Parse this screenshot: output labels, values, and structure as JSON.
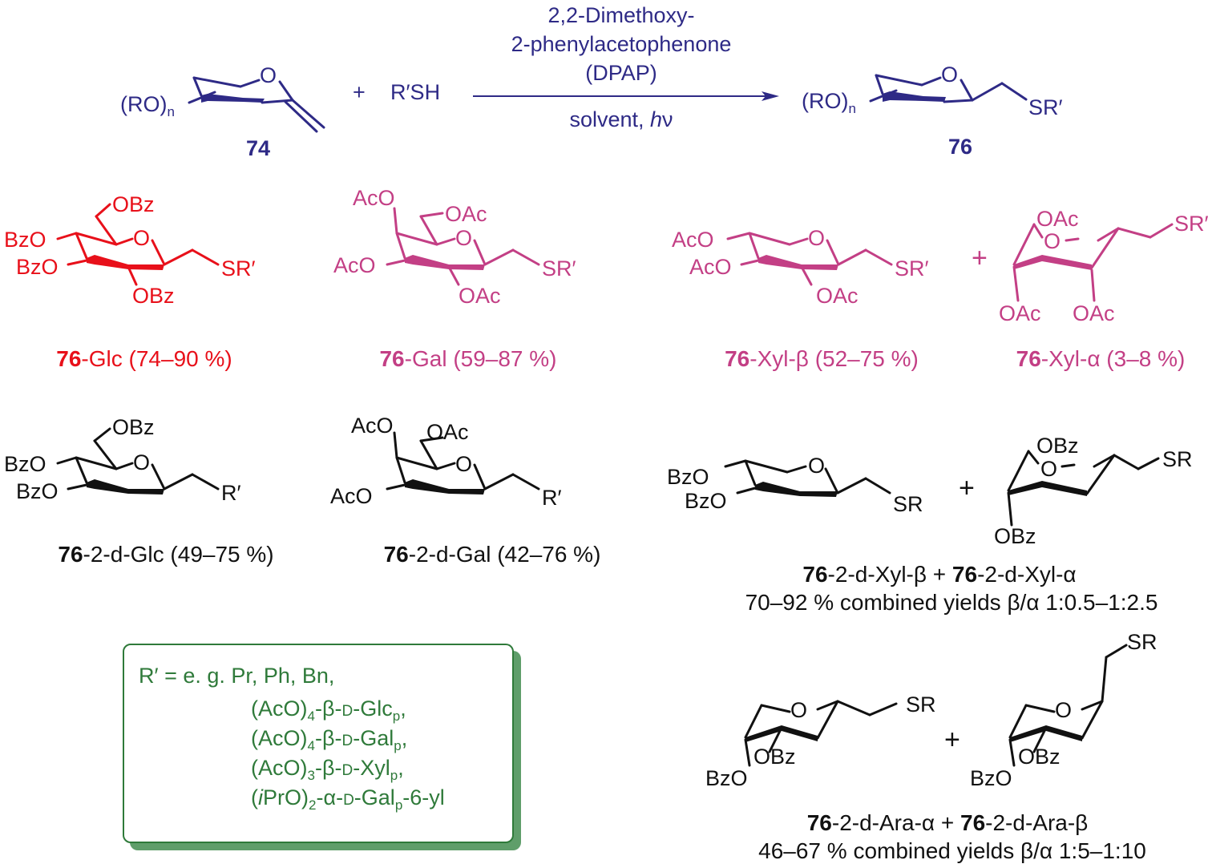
{
  "reaction": {
    "reagent_line1": "2,2-Dimethoxy-",
    "reagent_line2": "2-phenylacetophenone",
    "reagent_line3": "(DPAP)",
    "conditions": "solvent, ",
    "conditions_italic": "h",
    "conditions_nu": "ν",
    "plus": "+",
    "thiol": "R′SH",
    "sm_label": "74",
    "product_label": "76",
    "sm_substituent": "(RO)",
    "sm_substituent_sub": "n",
    "product_substituent": "(RO)",
    "product_substituent_sub": "n",
    "ring_o": "O",
    "product_sr": "SR′"
  },
  "examples": {
    "glc": {
      "num": "76",
      "name": "-Glc (74–90 %)",
      "obz6": "OBz",
      "bzo4": "BzO",
      "bzo3": "BzO",
      "obz2": "OBz",
      "sr": "SR′",
      "o": "O"
    },
    "gal": {
      "num": "76",
      "name": "-Gal (59–87 %)",
      "aco4": "AcO",
      "oac6": "OAc",
      "aco3": "AcO",
      "oac2": "OAc",
      "sr": "SR′",
      "o": "O"
    },
    "xylb": {
      "num": "76",
      "name": "-Xyl-β (52–75 %)",
      "aco4": "AcO",
      "aco3": "AcO",
      "oac2": "OAc",
      "sr": "SR′",
      "o": "O"
    },
    "xyla": {
      "num": "76",
      "name": "-Xyl-α (3–8 %)",
      "oac_top": "OAc",
      "oac_l": "OAc",
      "oac_r": "OAc",
      "sr": "SR′",
      "o": "O",
      "plus": "+"
    },
    "dglc": {
      "num": "76",
      "name": "-2-d-Glc (49–75 %)",
      "obz6": "OBz",
      "bzo4": "BzO",
      "bzo3": "BzO",
      "r": "R′",
      "o": "O"
    },
    "dgal": {
      "num": "76",
      "name": "-2-d-Gal (42–76 %)",
      "aco4": "AcO",
      "oac6": "OAc",
      "aco3": "AcO",
      "r": "R′",
      "o": "O"
    },
    "dxyl": {
      "num1": "76",
      "name1": "-2-d-Xyl-β",
      "join": " + ",
      "num2": "76",
      "name2": "-2-d-Xyl-α",
      "yield": "70–92 % combined yields β/α 1:0.5–1:2.5",
      "bzo4": "BzO",
      "bzo3": "BzO",
      "sr_b": "SR",
      "obz_top": "OBz",
      "obz_bot": "OBz",
      "sr_a": "SR",
      "o": "O",
      "plus": "+"
    },
    "dara": {
      "num1": "76",
      "name1": "-2-d-Ara-α",
      "join": " + ",
      "num2": "76",
      "name2": "-2-d-Ara-β",
      "yield": "46–67 % combined yields β/α 1:5–1:10",
      "bzo": "BzO",
      "obz": "OBz",
      "sr": "SR",
      "o": "O",
      "plus": "+"
    }
  },
  "r_definition": {
    "line1": "R′ = e. g. Pr, Ph, Bn,",
    "l2a": "(AcO)",
    "l2s": "4",
    "l2b": "-β-",
    "l2c": "D",
    "l2d": "-Glc",
    "l2e": "p",
    "l2f": ",",
    "l3a": "(AcO)",
    "l3s": "4",
    "l3b": "-β-",
    "l3c": "D",
    "l3d": "-Gal",
    "l3e": "p",
    "l3f": ",",
    "l4a": "(AcO)",
    "l4s": "3",
    "l4b": "-β-",
    "l4c": "D",
    "l4d": "-Xyl",
    "l4e": "p",
    "l4f": ",",
    "l5a": "(",
    "l5i": "i",
    "l5b": "PrO)",
    "l5s": "2",
    "l5c": "-α-",
    "l5d": "D",
    "l5e": "-Gal",
    "l5f": "p",
    "l5g": "-6-yl"
  },
  "colors": {
    "navy": "#2e2a86",
    "red": "#e8101a",
    "pink": "#c33f85",
    "black": "#111111",
    "green": "#2f7a3a"
  }
}
